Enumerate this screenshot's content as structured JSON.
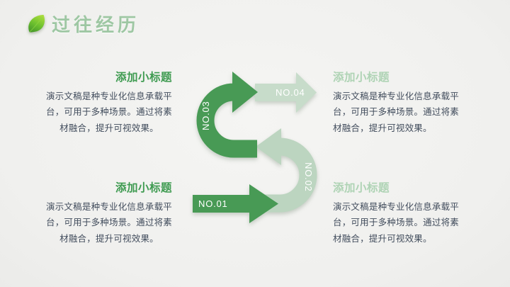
{
  "slide": {
    "title": "过往经历"
  },
  "icons": {
    "header_icon": "leaf-icon"
  },
  "colors": {
    "title_green": "#9ec7a3",
    "heading_green": "#3f9b51",
    "heading_pale_green": "#aed3b4",
    "body_text": "#414c5c",
    "arrow_dark_green": "#489a55",
    "arrow_light_green": "#bcd5c0",
    "background": "#f2f2f0"
  },
  "blocks": [
    {
      "position": "top-left",
      "heading": "添加小标题",
      "body": "演示文稿是种专业化信息承载平台，可用于多种场景。通过将素材融合，提升可视效果。"
    },
    {
      "position": "top-right",
      "heading": "添加小标题",
      "body": "演示文稿是种专业化信息承载平台，可用于多种场景。通过将素材融合，提升可视效果。"
    },
    {
      "position": "bottom-left",
      "heading": "添加小标题",
      "body": "演示文稿是种专业化信息承载平台，可用于多种场景。通过将素材融合，提升可视效果。"
    },
    {
      "position": "bottom-right",
      "heading": "添加小标题",
      "body": "演示文稿是种专业化信息承载平台，可用于多种场景。通过将素材融合，提升可视效果。"
    }
  ],
  "diagram": {
    "shape": "s-curve-arrows",
    "steps": [
      {
        "label": "NO.01",
        "tone": "dark",
        "direction": "right"
      },
      {
        "label": "NO.02",
        "tone": "light",
        "direction": "u-turn-left"
      },
      {
        "label": "NO.03",
        "tone": "dark",
        "direction": "u-turn-right"
      },
      {
        "label": "NO.04",
        "tone": "light",
        "direction": "right"
      }
    ]
  }
}
